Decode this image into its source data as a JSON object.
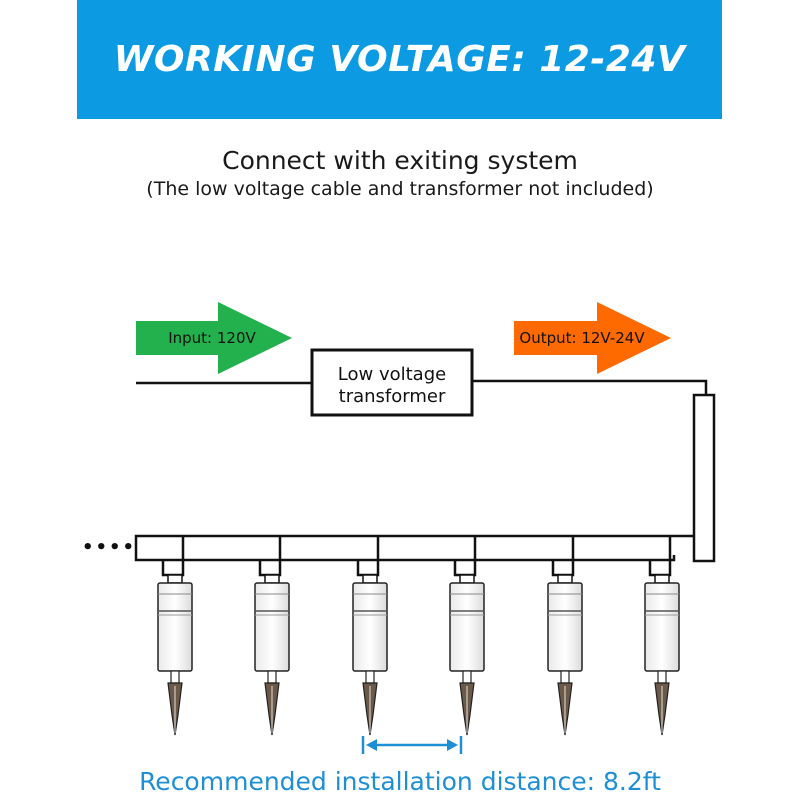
{
  "banner": {
    "title": "WORKING VOLTAGE: 12-24V"
  },
  "heading": {
    "title": "Connect with exiting system",
    "note": "(The low voltage cable and transformer not included)"
  },
  "input_arrow": {
    "label": "Input: 120V",
    "color": "#22b14c"
  },
  "output_arrow": {
    "label": "Output: 12V-24V",
    "color": "#ff6a00"
  },
  "transformer": {
    "line1": "Low voltage",
    "line2": "transformer"
  },
  "continuation": {
    "label": "••••"
  },
  "lights": {
    "count": 6
  },
  "distance": {
    "label": "Recommended installation distance: 8.2ft",
    "color": "#1e8fd4"
  }
}
